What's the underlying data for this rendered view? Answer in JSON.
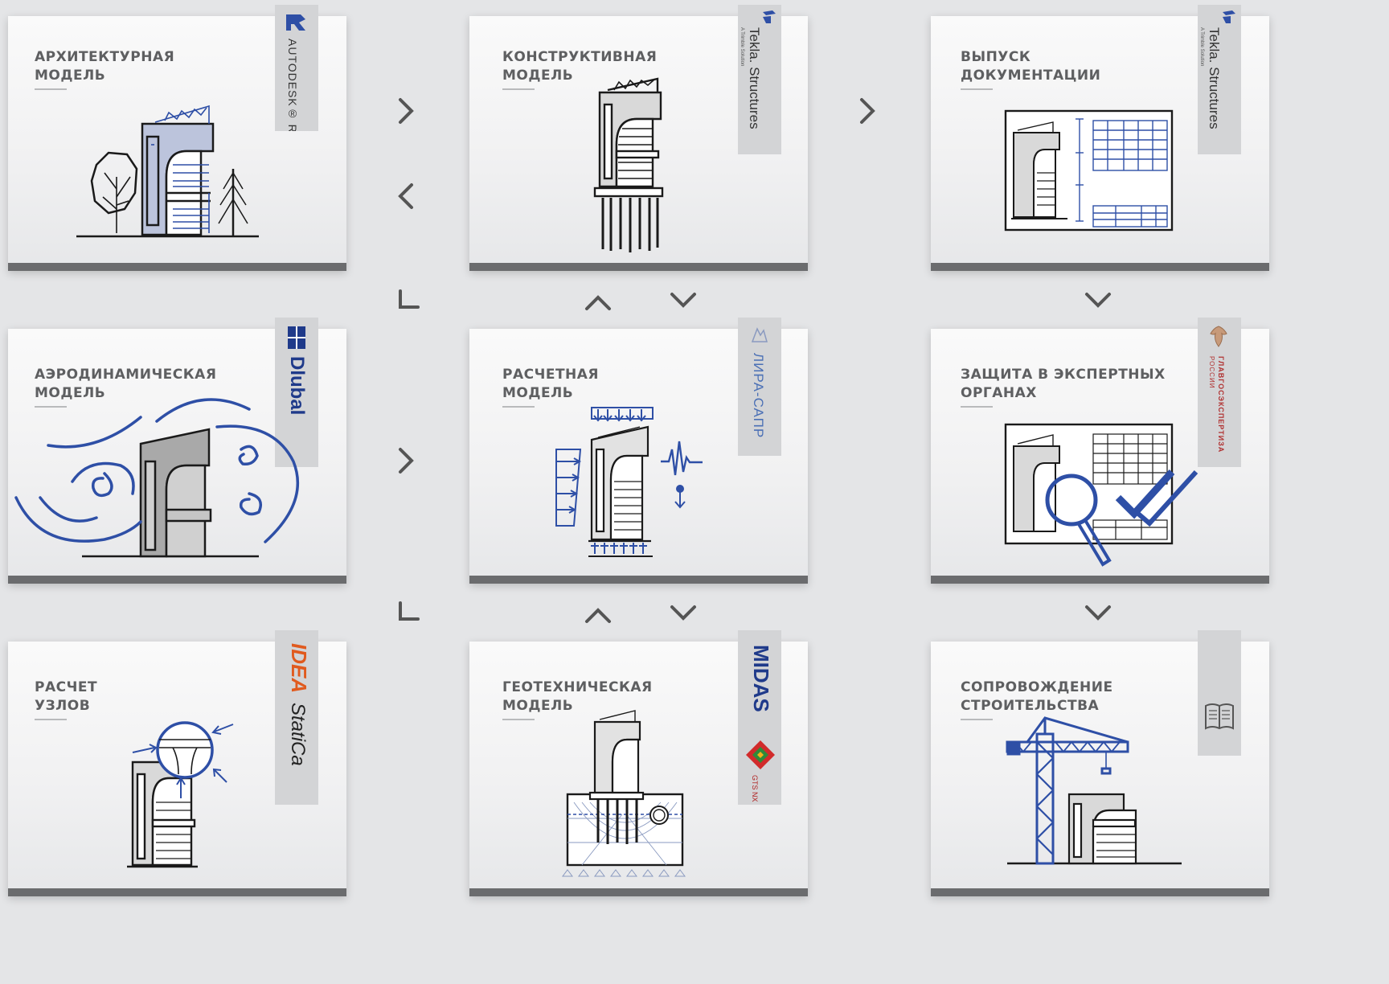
{
  "colors": {
    "accent": "#2e4fa6",
    "dark": "#1a1a1a",
    "card_bar": "#6b6c6e",
    "title": "#5e5f61",
    "tab": "#d3d4d6",
    "background": "#e4e5e7"
  },
  "cards": [
    {
      "id": "arch",
      "title": "АРХИТЕКТУРНАЯ\nМОДЕЛЬ",
      "logo_text": "AUTODESK® REVIT®",
      "logo_icon": "revit-icon"
    },
    {
      "id": "struct",
      "title": "КОНСТРУКТИВНАЯ\nМОДЕЛЬ",
      "logo_text": "Tekla. Structures",
      "logo_sub": "A Trimble Solution",
      "logo_icon": "tekla-icon"
    },
    {
      "id": "docs",
      "title": "ВЫПУСК\nДОКУМЕНТАЦИИ",
      "logo_text": "Tekla. Structures",
      "logo_sub": "A Trimble Solution",
      "logo_icon": "tekla-icon"
    },
    {
      "id": "aero",
      "title": "АЭРОДИНАМИЧЕСКАЯ\nМОДЕЛЬ",
      "logo_text": "Dlubal",
      "logo_icon": "dlubal-icon"
    },
    {
      "id": "calc",
      "title": "РАСЧЕТНАЯ\nМОДЕЛЬ",
      "logo_text": "ЛИРА-САПР",
      "logo_icon": "lira-icon"
    },
    {
      "id": "expert",
      "title": "ЗАЩИТА В ЭКСПЕРТНЫХ\nОРГАНАХ",
      "logo_text": "ГЛАВГОСЭКСПЕРТИЗА",
      "logo_sub": "РОССИИ",
      "logo_icon": "emblem-icon"
    },
    {
      "id": "nodes",
      "title": "РАСЧЕТ\nУЗЛОВ",
      "logo_text": "StatiCa",
      "logo_prefix": "IDEA",
      "logo_icon": "idea-statica-icon"
    },
    {
      "id": "geo",
      "title": "ГЕОТЕХНИЧЕСКАЯ\nМОДЕЛЬ",
      "logo_text": "MIDAS",
      "logo_sub": "GTS NX",
      "logo_icon": "midas-icon"
    },
    {
      "id": "support",
      "title": "СОПРОВОЖДЕНИЕ\nСТРОИТЕЛЬСТВА",
      "logo_icon": "book-icon"
    }
  ]
}
